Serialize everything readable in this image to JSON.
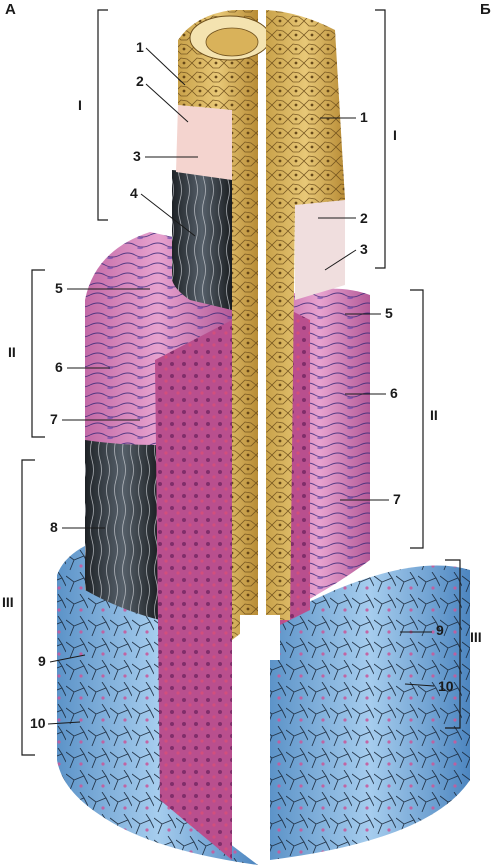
{
  "panel_labels": {
    "left": "А",
    "right": "Б"
  },
  "left_layers": [
    "I",
    "II",
    "III"
  ],
  "right_layers": [
    "I",
    "II",
    "III"
  ],
  "left_numbers": [
    "1",
    "2",
    "3",
    "4",
    "5",
    "6",
    "7",
    "8",
    "9",
    "10"
  ],
  "right_numbers": [
    "1",
    "2",
    "3",
    "5",
    "6",
    "7",
    "9",
    "10"
  ],
  "colors": {
    "endothelium": "#d9b25a",
    "subendothelium": "#f2c9c4",
    "internal_elastic": "#3a4048",
    "media": "#d98bbf",
    "external_elastic": "#2b2b2b",
    "adventitia": "#7fb2dc",
    "cut_face": "#b94f8e"
  }
}
